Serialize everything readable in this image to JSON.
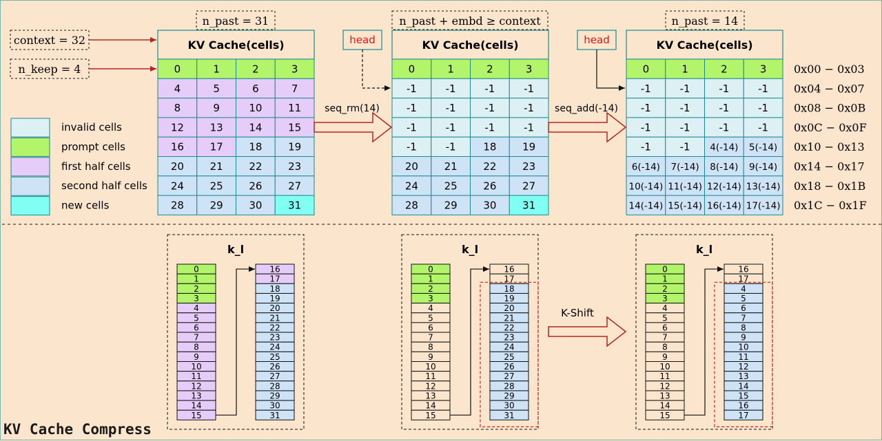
{
  "labels": {
    "context": "context = 32",
    "n_keep": "n_keep = 4",
    "n_past_1": "n_past = 31",
    "n_past_2": "n_past + embd ≥ context",
    "n_past_3": "n_past = 14",
    "head": "head",
    "kv_cache": "KV Cache(cells)",
    "seq_rm": "seq_rm(14)",
    "seq_add": "seq_add(-14)",
    "k_shift": "K-Shift",
    "k_l": "k_l",
    "page_title": "KV Cache Compress"
  },
  "legend": [
    {
      "label": "invalid cells",
      "color": "#ddf0f3"
    },
    {
      "label": "prompt cells",
      "color": "#b3f56a"
    },
    {
      "label": "first half cells",
      "color": "#e6ccf9"
    },
    {
      "label": "second half cells",
      "color": "#cfe3f7"
    },
    {
      "label": "new cells",
      "color": "#80fff2"
    }
  ],
  "colors": {
    "background": "#fbe5cd",
    "grid_border": "#1b8a8f",
    "header_fill": "#fbe5cd",
    "prompt": "#b3f56a",
    "first_half": "#e6ccf9",
    "second_half": "#cfe3f7",
    "new": "#80fff2",
    "invalid": "#ddf0f3",
    "arrow_red": "#b3261e",
    "head_text": "#e11919",
    "dashed_red": "#e11919",
    "k_list_border": "#111111",
    "k_list_plain": "#fbe5cd"
  },
  "tables": [
    {
      "rows": [
        [
          {
            "t": "0",
            "c": "p"
          },
          {
            "t": "1",
            "c": "p"
          },
          {
            "t": "2",
            "c": "p"
          },
          {
            "t": "3",
            "c": "p"
          }
        ],
        [
          {
            "t": "4",
            "c": "f"
          },
          {
            "t": "5",
            "c": "f"
          },
          {
            "t": "6",
            "c": "f"
          },
          {
            "t": "7",
            "c": "f"
          }
        ],
        [
          {
            "t": "8",
            "c": "f"
          },
          {
            "t": "9",
            "c": "f"
          },
          {
            "t": "10",
            "c": "f"
          },
          {
            "t": "11",
            "c": "f"
          }
        ],
        [
          {
            "t": "12",
            "c": "f"
          },
          {
            "t": "13",
            "c": "f"
          },
          {
            "t": "14",
            "c": "f"
          },
          {
            "t": "15",
            "c": "f"
          }
        ],
        [
          {
            "t": "16",
            "c": "f"
          },
          {
            "t": "17",
            "c": "f"
          },
          {
            "t": "18",
            "c": "s"
          },
          {
            "t": "19",
            "c": "s"
          }
        ],
        [
          {
            "t": "20",
            "c": "s"
          },
          {
            "t": "21",
            "c": "s"
          },
          {
            "t": "22",
            "c": "s"
          },
          {
            "t": "23",
            "c": "s"
          }
        ],
        [
          {
            "t": "24",
            "c": "s"
          },
          {
            "t": "25",
            "c": "s"
          },
          {
            "t": "26",
            "c": "s"
          },
          {
            "t": "27",
            "c": "s"
          }
        ],
        [
          {
            "t": "28",
            "c": "s"
          },
          {
            "t": "29",
            "c": "s"
          },
          {
            "t": "30",
            "c": "s"
          },
          {
            "t": "31",
            "c": "n"
          }
        ]
      ]
    },
    {
      "rows": [
        [
          {
            "t": "0",
            "c": "p"
          },
          {
            "t": "1",
            "c": "p"
          },
          {
            "t": "2",
            "c": "p"
          },
          {
            "t": "3",
            "c": "p"
          }
        ],
        [
          {
            "t": "-1",
            "c": "i"
          },
          {
            "t": "-1",
            "c": "i"
          },
          {
            "t": "-1",
            "c": "i"
          },
          {
            "t": "-1",
            "c": "i"
          }
        ],
        [
          {
            "t": "-1",
            "c": "i"
          },
          {
            "t": "-1",
            "c": "i"
          },
          {
            "t": "-1",
            "c": "i"
          },
          {
            "t": "-1",
            "c": "i"
          }
        ],
        [
          {
            "t": "-1",
            "c": "i"
          },
          {
            "t": "-1",
            "c": "i"
          },
          {
            "t": "-1",
            "c": "i"
          },
          {
            "t": "-1",
            "c": "i"
          }
        ],
        [
          {
            "t": "-1",
            "c": "i"
          },
          {
            "t": "-1",
            "c": "i"
          },
          {
            "t": "18",
            "c": "s"
          },
          {
            "t": "19",
            "c": "s"
          }
        ],
        [
          {
            "t": "20",
            "c": "s"
          },
          {
            "t": "21",
            "c": "s"
          },
          {
            "t": "22",
            "c": "s"
          },
          {
            "t": "23",
            "c": "s"
          }
        ],
        [
          {
            "t": "24",
            "c": "s"
          },
          {
            "t": "25",
            "c": "s"
          },
          {
            "t": "26",
            "c": "s"
          },
          {
            "t": "27",
            "c": "s"
          }
        ],
        [
          {
            "t": "28",
            "c": "s"
          },
          {
            "t": "29",
            "c": "s"
          },
          {
            "t": "30",
            "c": "s"
          },
          {
            "t": "31",
            "c": "n"
          }
        ]
      ]
    },
    {
      "rows": [
        [
          {
            "t": "0",
            "c": "p"
          },
          {
            "t": "1",
            "c": "p"
          },
          {
            "t": "2",
            "c": "p"
          },
          {
            "t": "3",
            "c": "p"
          }
        ],
        [
          {
            "t": "-1",
            "c": "i"
          },
          {
            "t": "-1",
            "c": "i"
          },
          {
            "t": "-1",
            "c": "i"
          },
          {
            "t": "-1",
            "c": "i"
          }
        ],
        [
          {
            "t": "-1",
            "c": "i"
          },
          {
            "t": "-1",
            "c": "i"
          },
          {
            "t": "-1",
            "c": "i"
          },
          {
            "t": "-1",
            "c": "i"
          }
        ],
        [
          {
            "t": "-1",
            "c": "i"
          },
          {
            "t": "-1",
            "c": "i"
          },
          {
            "t": "-1",
            "c": "i"
          },
          {
            "t": "-1",
            "c": "i"
          }
        ],
        [
          {
            "t": "-1",
            "c": "i"
          },
          {
            "t": "-1",
            "c": "i"
          },
          {
            "t": "4(-14)",
            "c": "s"
          },
          {
            "t": "5(-14)",
            "c": "s"
          }
        ],
        [
          {
            "t": "6(-14)",
            "c": "s"
          },
          {
            "t": "7(-14)",
            "c": "s"
          },
          {
            "t": "8(-14)",
            "c": "s"
          },
          {
            "t": "9(-14)",
            "c": "s"
          }
        ],
        [
          {
            "t": "10(-14)",
            "c": "s"
          },
          {
            "t": "11(-14)",
            "c": "s"
          },
          {
            "t": "12(-14)",
            "c": "s"
          },
          {
            "t": "13(-14)",
            "c": "s"
          }
        ],
        [
          {
            "t": "14(-14)",
            "c": "s"
          },
          {
            "t": "15(-14)",
            "c": "s"
          },
          {
            "t": "16(-14)",
            "c": "s"
          },
          {
            "t": "17(-14)",
            "c": "s"
          }
        ]
      ]
    }
  ],
  "address_labels": [
    "0x00 − 0x03",
    "0x04 − 0x07",
    "0x08 − 0x0B",
    "0x0C − 0x0F",
    "0x10 − 0x13",
    "0x14 − 0x17",
    "0x18 − 0x1B",
    "0x1C − 0x1F"
  ],
  "k_lists": [
    {
      "left": [
        {
          "t": "0",
          "c": "p"
        },
        {
          "t": "1",
          "c": "p"
        },
        {
          "t": "2",
          "c": "p"
        },
        {
          "t": "3",
          "c": "p"
        },
        {
          "t": "4",
          "c": "f"
        },
        {
          "t": "5",
          "c": "f"
        },
        {
          "t": "6",
          "c": "f"
        },
        {
          "t": "7",
          "c": "f"
        },
        {
          "t": "8",
          "c": "f"
        },
        {
          "t": "9",
          "c": "f"
        },
        {
          "t": "10",
          "c": "f"
        },
        {
          "t": "11",
          "c": "f"
        },
        {
          "t": "12",
          "c": "f"
        },
        {
          "t": "13",
          "c": "f"
        },
        {
          "t": "14",
          "c": "f"
        },
        {
          "t": "15",
          "c": "f"
        }
      ],
      "right": [
        {
          "t": "16",
          "c": "f"
        },
        {
          "t": "17",
          "c": "f"
        },
        {
          "t": "18",
          "c": "s"
        },
        {
          "t": "19",
          "c": "s"
        },
        {
          "t": "20",
          "c": "s"
        },
        {
          "t": "21",
          "c": "s"
        },
        {
          "t": "22",
          "c": "s"
        },
        {
          "t": "23",
          "c": "s"
        },
        {
          "t": "24",
          "c": "s"
        },
        {
          "t": "25",
          "c": "s"
        },
        {
          "t": "26",
          "c": "s"
        },
        {
          "t": "27",
          "c": "s"
        },
        {
          "t": "28",
          "c": "s"
        },
        {
          "t": "29",
          "c": "s"
        },
        {
          "t": "30",
          "c": "s"
        },
        {
          "t": "31",
          "c": "s"
        }
      ],
      "red_box": false
    },
    {
      "left": [
        {
          "t": "0",
          "c": "p"
        },
        {
          "t": "1",
          "c": "p"
        },
        {
          "t": "2",
          "c": "p"
        },
        {
          "t": "3",
          "c": "p"
        },
        {
          "t": "4",
          "c": "b"
        },
        {
          "t": "5",
          "c": "b"
        },
        {
          "t": "6",
          "c": "b"
        },
        {
          "t": "7",
          "c": "b"
        },
        {
          "t": "8",
          "c": "b"
        },
        {
          "t": "9",
          "c": "b"
        },
        {
          "t": "10",
          "c": "b"
        },
        {
          "t": "11",
          "c": "b"
        },
        {
          "t": "12",
          "c": "b"
        },
        {
          "t": "13",
          "c": "b"
        },
        {
          "t": "14",
          "c": "b"
        },
        {
          "t": "15",
          "c": "b"
        }
      ],
      "right": [
        {
          "t": "16",
          "c": "b"
        },
        {
          "t": "17",
          "c": "b"
        },
        {
          "t": "18",
          "c": "s"
        },
        {
          "t": "19",
          "c": "s"
        },
        {
          "t": "20",
          "c": "s"
        },
        {
          "t": "21",
          "c": "s"
        },
        {
          "t": "22",
          "c": "s"
        },
        {
          "t": "23",
          "c": "s"
        },
        {
          "t": "24",
          "c": "s"
        },
        {
          "t": "25",
          "c": "s"
        },
        {
          "t": "26",
          "c": "s"
        },
        {
          "t": "27",
          "c": "s"
        },
        {
          "t": "28",
          "c": "s"
        },
        {
          "t": "29",
          "c": "s"
        },
        {
          "t": "30",
          "c": "s"
        },
        {
          "t": "31",
          "c": "s"
        }
      ],
      "red_box": true
    },
    {
      "left": [
        {
          "t": "0",
          "c": "p"
        },
        {
          "t": "1",
          "c": "p"
        },
        {
          "t": "2",
          "c": "p"
        },
        {
          "t": "3",
          "c": "p"
        },
        {
          "t": "4",
          "c": "b"
        },
        {
          "t": "5",
          "c": "b"
        },
        {
          "t": "6",
          "c": "b"
        },
        {
          "t": "7",
          "c": "b"
        },
        {
          "t": "8",
          "c": "b"
        },
        {
          "t": "9",
          "c": "b"
        },
        {
          "t": "10",
          "c": "b"
        },
        {
          "t": "11",
          "c": "b"
        },
        {
          "t": "12",
          "c": "b"
        },
        {
          "t": "13",
          "c": "b"
        },
        {
          "t": "14",
          "c": "b"
        },
        {
          "t": "15",
          "c": "b"
        }
      ],
      "right": [
        {
          "t": "16",
          "c": "b"
        },
        {
          "t": "17",
          "c": "b"
        },
        {
          "t": "4",
          "c": "s"
        },
        {
          "t": "5",
          "c": "s"
        },
        {
          "t": "6",
          "c": "s"
        },
        {
          "t": "7",
          "c": "s"
        },
        {
          "t": "8",
          "c": "s"
        },
        {
          "t": "9",
          "c": "s"
        },
        {
          "t": "10",
          "c": "s"
        },
        {
          "t": "11",
          "c": "s"
        },
        {
          "t": "12",
          "c": "s"
        },
        {
          "t": "13",
          "c": "s"
        },
        {
          "t": "14",
          "c": "s"
        },
        {
          "t": "15",
          "c": "s"
        },
        {
          "t": "16",
          "c": "s"
        },
        {
          "t": "17",
          "c": "s"
        }
      ],
      "red_box": true
    }
  ]
}
